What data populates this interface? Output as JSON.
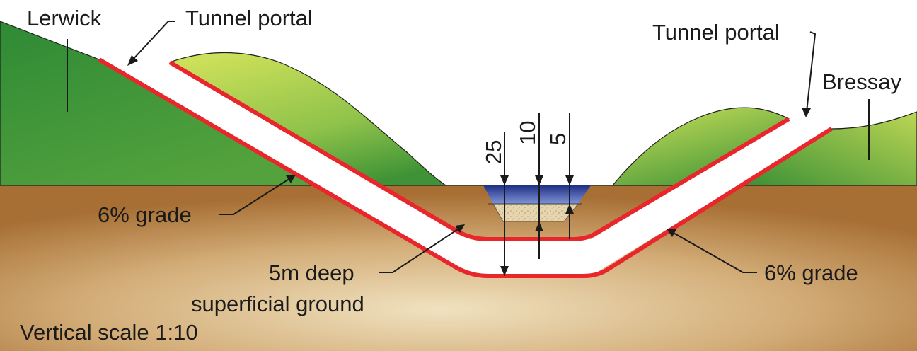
{
  "labels": {
    "lerwick": "Lerwick",
    "portal_left": "Tunnel portal",
    "portal_right": "Tunnel portal",
    "bressay": "Bressay",
    "grade_left": "6% grade",
    "grade_right": "6% grade",
    "superficial_line1": "5m deep",
    "superficial_line2": "superficial ground",
    "scale": "Vertical scale 1:10"
  },
  "dimensions": {
    "d25": "25",
    "d10": "10",
    "d5": "5"
  },
  "colors": {
    "ground_light": "#f0e2c0",
    "ground_dark": "#a76f34",
    "hill_light": "#cde05a",
    "hill_dark": "#2f8a35",
    "tunnel_wall": "#e8262b",
    "water": "#3b4fa8",
    "sediment": "#e6d6b0"
  }
}
